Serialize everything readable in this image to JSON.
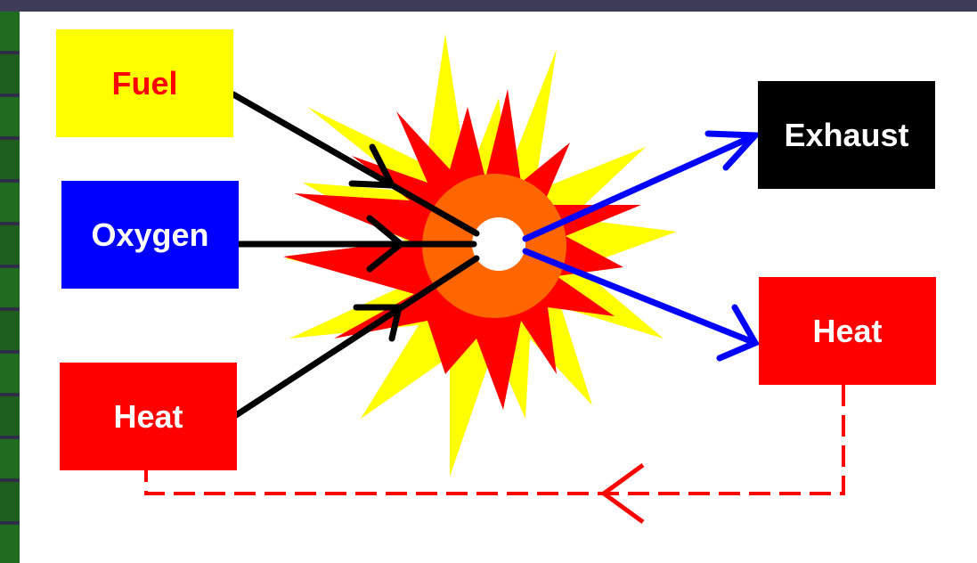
{
  "diagram": {
    "fuel_label": "Fuel",
    "oxygen_label": "Oxygen",
    "heat_in_label": "Heat",
    "exhaust_label": "Exhaust",
    "heat_out_label": "Heat"
  },
  "colors": {
    "fuel_fill": "#ffff00",
    "fuel_text": "#ff0000",
    "oxygen_fill": "#0000ff",
    "heat_fill": "#ff0000",
    "exhaust_fill": "#000000",
    "input_arrow": "#000000",
    "output_arrow": "#0000ff",
    "feedback_arrow": "#ff0000",
    "burst_outer": "#ffff00",
    "burst_inner": "#ff0000",
    "core": "#ff6600"
  }
}
